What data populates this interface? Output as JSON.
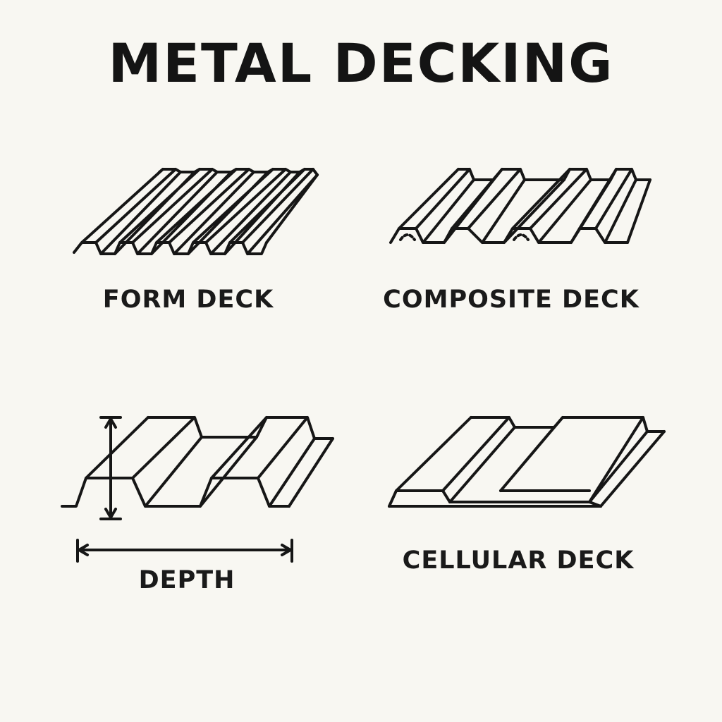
{
  "title": "METAL DECKING",
  "panels": {
    "form": {
      "label": "FORM DECK"
    },
    "composite": {
      "label": "COMPOSITE DECK"
    },
    "depth": {
      "label": "DEPTH"
    },
    "cellular": {
      "label": "CELLULAR DECK"
    }
  },
  "stroke_color": "#161616",
  "background_color": "#f8f7f2"
}
